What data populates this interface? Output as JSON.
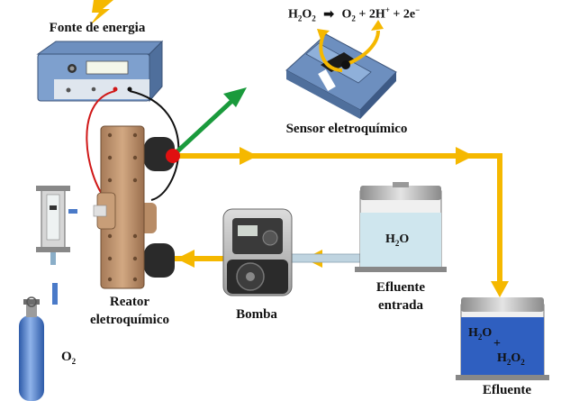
{
  "labels": {
    "power_source": "Fonte de energia",
    "sensor": "Sensor eletroquímico",
    "reactor_line1": "Reator",
    "reactor_line2": "eletroquímico",
    "pump": "Bomba",
    "influent_line1": "Efluente",
    "influent_line2": "entrada",
    "effluent": "Efluente",
    "oxygen_o": "O",
    "oxygen_sub": "2"
  },
  "reaction": {
    "reactant": "H",
    "reactant_sub1": "2",
    "reactant_mid": "O",
    "reactant_sub2": "2",
    "arrow": "➡",
    "p1": "O",
    "p1_sub": "2",
    "p2": "+ 2H",
    "p2_sup": "+",
    "p3": "+ 2e",
    "p3_sup": "−"
  },
  "tanks": {
    "influent_content": "H",
    "influent_content_sub": "2",
    "influent_content_o": "O",
    "effluent_water": "H",
    "effluent_water_sub": "2",
    "effluent_water_o": "O",
    "effluent_plus": "+",
    "effluent_peroxide": "H",
    "effluent_peroxide_sub1": "2",
    "effluent_peroxide_o": "O",
    "effluent_peroxide_sub2": "2"
  },
  "colors": {
    "flow": "#f5b800",
    "outlet_arrow": "#1a9a3c",
    "junction": "#e01010",
    "wire_red": "#d01818",
    "wire_black": "#111111",
    "influent_liquid": "#cfe6ee",
    "effluent_liquid": "#2f5fc0",
    "cylinder": "#4a7ac8"
  },
  "icons": {
    "bolt": "lightning-bolt-icon"
  }
}
